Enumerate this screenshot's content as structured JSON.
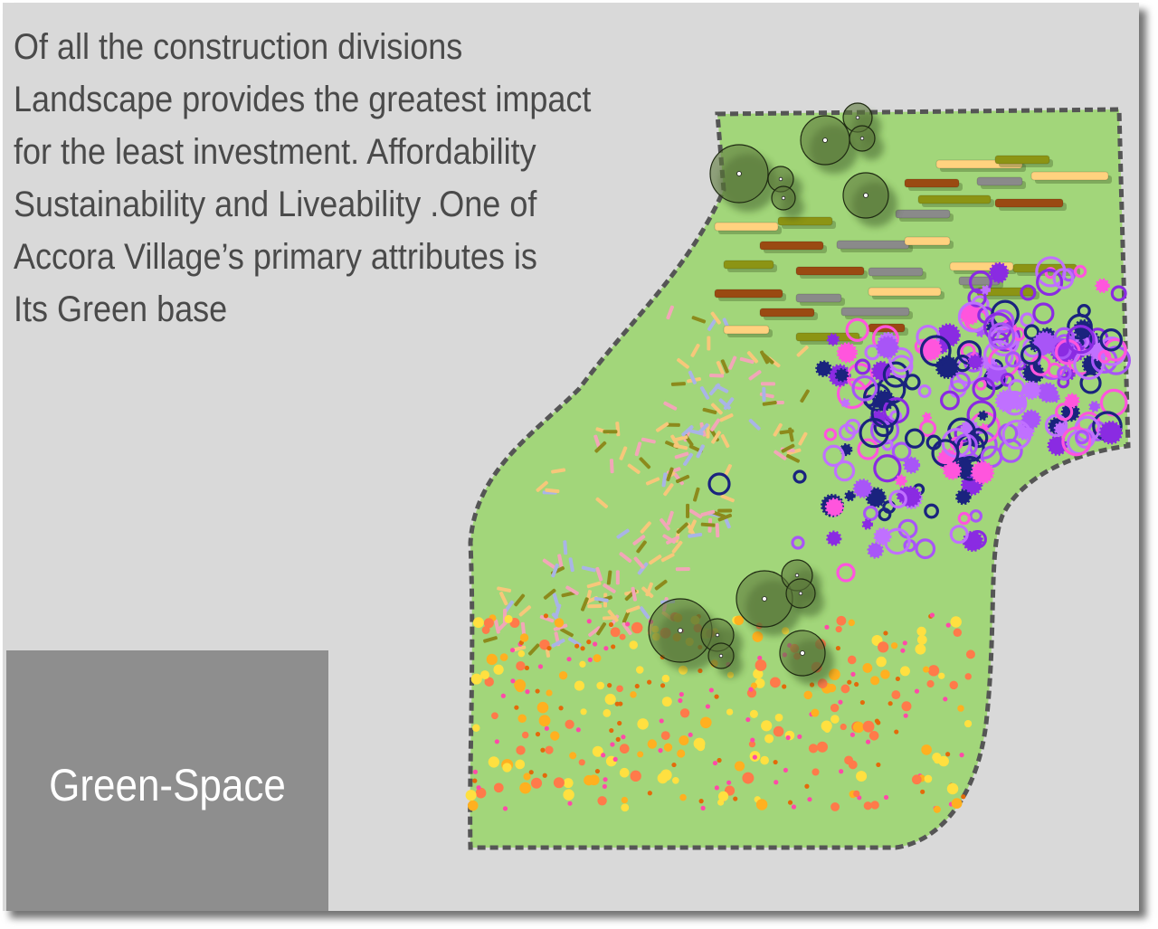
{
  "intro": {
    "lines": [
      "Of all the construction divisions",
      "Landscape provides the greatest impact",
      "for the least investment. Affordability",
      "Sustainability and Liveability .One of",
      "Accora Village’s primary attributes is",
      "Its Green base"
    ]
  },
  "label": {
    "text": "Green-Space"
  },
  "colors": {
    "background": "#d9d9d9",
    "site_fill": "#a2d67a",
    "boundary": "#555555",
    "label_box": "#8e8e8e",
    "tree_canopy": "#5d7a3c",
    "hedge_colors": [
      "#ffd27f",
      "#8c9414",
      "#9a4a12",
      "#8a8a8a"
    ],
    "flower_colors": [
      "#ff7a4a",
      "#ffb020",
      "#ffe040",
      "#ff4aa8",
      "#e36a0a"
    ],
    "shrub_colors": [
      "#8a2be2",
      "#c070ff",
      "#ff55dd",
      "#1a237e",
      "#a855f7"
    ],
    "grass_colors": [
      "#f2a6b8",
      "#a9b4e6",
      "#f7c77a",
      "#8c8a1c"
    ]
  },
  "legend_items": {
    "trees": "tree-canopy-icon",
    "hedges": "hedge-row-icon",
    "shrubs": "shrub-ring-icon",
    "grasses": "grass-tuft-icon",
    "flowers": "flower-dot-icon"
  }
}
